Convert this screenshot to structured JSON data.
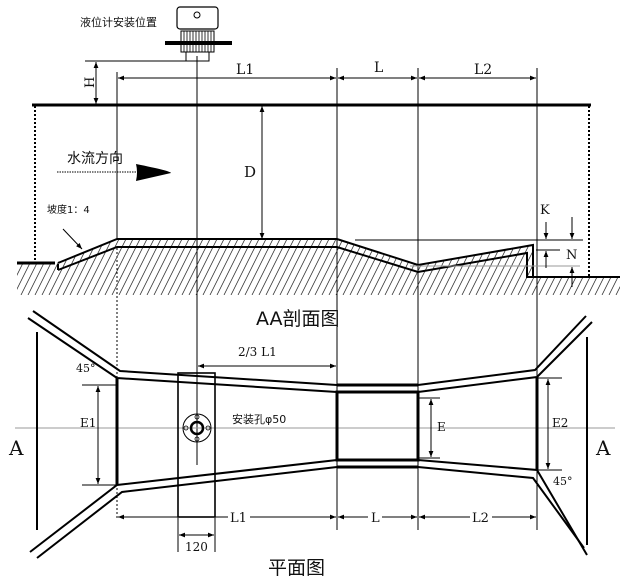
{
  "section_view": {
    "title": "AA剖面图",
    "sensor_label": "液位计安装位置",
    "flow_direction": "水流方向",
    "slope_label": "坡度1：4",
    "dims": {
      "H": "H",
      "D": "D",
      "L1": "L1",
      "L": "L",
      "L2": "L2",
      "K": "K",
      "N": "N"
    }
  },
  "plan_view": {
    "title": "平面图",
    "section_mark_left": "A",
    "section_mark_right": "A",
    "mount_hole_label": "安装孔φ50",
    "two_thirds_label": "2/3  L1",
    "angle_left": "45°",
    "angle_right": "45°",
    "plate_width": "120",
    "dims": {
      "E1": "E1",
      "E": "E",
      "E2": "E2",
      "L1": "L1",
      "L": "L",
      "L2": "L2"
    }
  }
}
